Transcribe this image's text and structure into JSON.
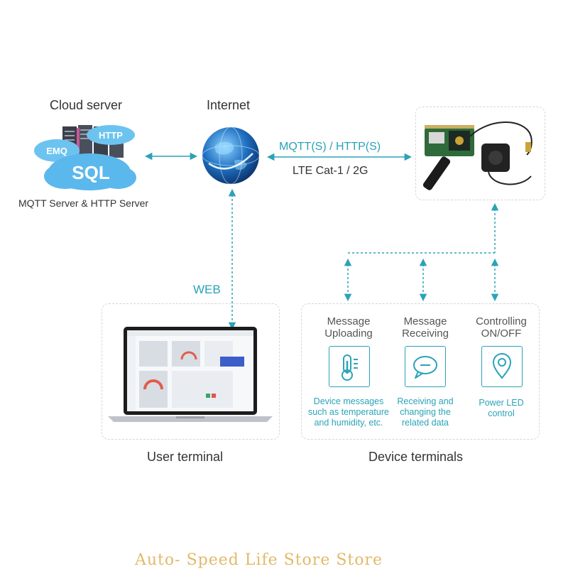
{
  "cloud": {
    "title": "Cloud server",
    "subtitle": "MQTT Server & HTTP Server",
    "badges": {
      "emq": "EMQ",
      "http": "HTTP",
      "sql": "SQL"
    }
  },
  "internet": {
    "title": "Internet"
  },
  "link": {
    "protocol": "MQTT(S) / HTTP(S)",
    "network": "LTE Cat-1 / 2G"
  },
  "web_label": "WEB",
  "user_terminal": {
    "title": "User terminal"
  },
  "device_terminals": {
    "title": "Device terminals",
    "items": [
      {
        "title1": "Message",
        "title2": "Uploading",
        "icon": "thermometer-icon",
        "desc1": "Device messages",
        "desc2": "such as temperature",
        "desc3": "and humidity, etc."
      },
      {
        "title1": "Message",
        "title2": "Receiving",
        "icon": "chat-bubble-icon",
        "desc1": "Receiving and",
        "desc2": "changing the",
        "desc3": "related data"
      },
      {
        "title1": "Controlling",
        "title2": "ON/OFF",
        "icon": "location-pin-icon",
        "desc1": "Power LED",
        "desc2": "control",
        "desc3": ""
      }
    ]
  },
  "watermark": "Auto- Speed Life Store Store",
  "colors": {
    "accent": "#2aa3b8",
    "text": "#333333",
    "dash": "#d6d6d6",
    "globe": "#1f6fc0",
    "cloud": "#5bb8ec"
  }
}
